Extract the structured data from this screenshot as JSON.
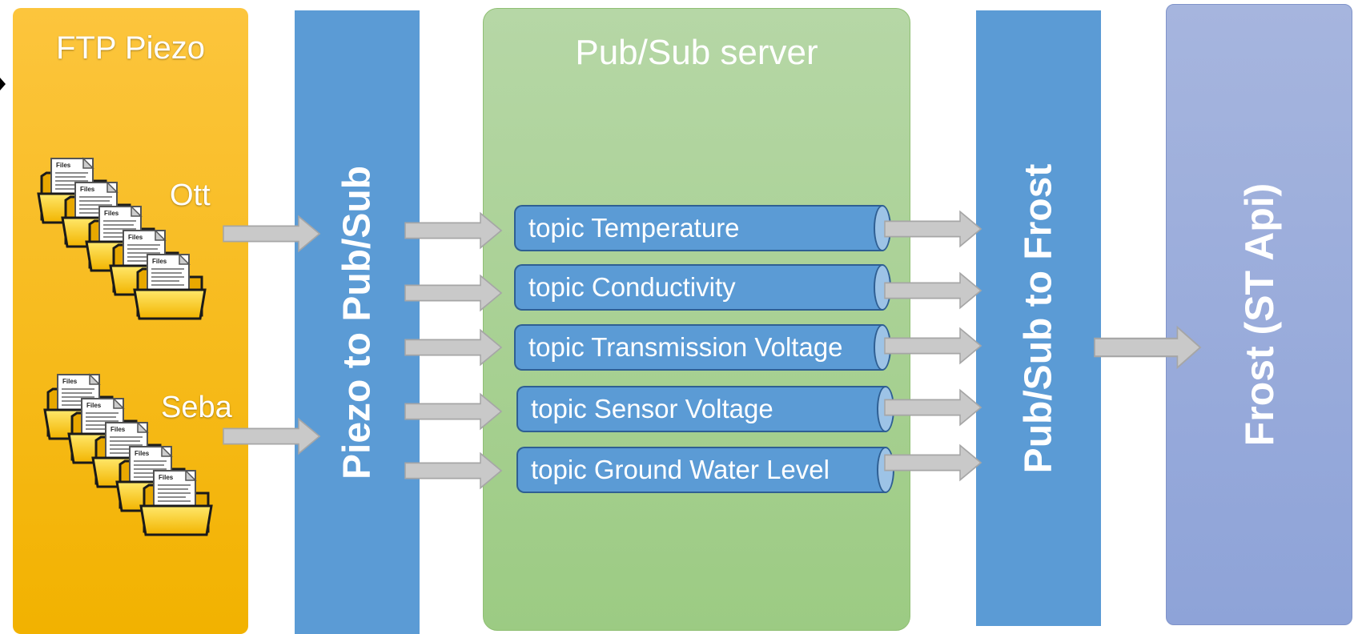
{
  "ftp_panel": {
    "title": "FTP Piezo",
    "sources": [
      "Ott",
      "Seba"
    ]
  },
  "piezo_bar": {
    "label": "Piezo to Pub/Sub"
  },
  "pubsub_panel": {
    "title": "Pub/Sub server",
    "topics": [
      "topic Temperature",
      "topic Conductivity",
      "topic Transmission Voltage",
      "topic Sensor Voltage",
      "topic Ground Water Level"
    ]
  },
  "frost_bar": {
    "label": "Pub/Sub to Frost"
  },
  "frost_api": {
    "label": "Frost (ST Api)"
  },
  "icons": {
    "folder": "file-folder-icon",
    "arrow": "right-arrow-icon"
  },
  "colors": {
    "ftp": "#f5b400",
    "bar": "#5b9bd5",
    "pubsub": "#a9d18e",
    "frost_api": "#8fa2d8",
    "arrow": "#bfbfbf"
  }
}
